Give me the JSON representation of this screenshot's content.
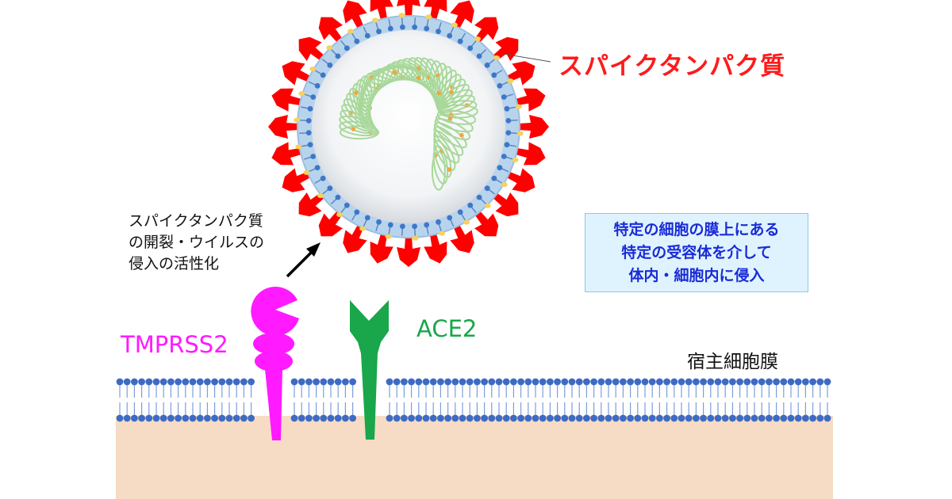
{
  "labels": {
    "spike_protein": "スパイクタンパク質",
    "cleavage_note": [
      "スパイクタンパク質",
      "の開裂・ウイルスの",
      "侵入の活性化"
    ],
    "entry_info": [
      "特定の細胞の膜上にある",
      "特定の受容体を介して",
      "体内・細胞内に侵入"
    ],
    "tmprss2": "TMPRSS2",
    "ace2": "ACE2",
    "host_membrane": "宿主細胞膜"
  },
  "colors": {
    "spike": "#ff0000",
    "tmprss2": "#ff1aff",
    "ace2": "#1aa64a",
    "membrane_head": "#3d6bc4",
    "cytoplasm": "#f6dcc4",
    "info_text": "#1a2bd6",
    "info_background": "#dff3ff",
    "envelope": "#b8d4ec",
    "rna": "#a8d89a"
  },
  "icons": {
    "virus": "coronavirus-particle-icon",
    "arrow": "activation-arrow-icon"
  }
}
